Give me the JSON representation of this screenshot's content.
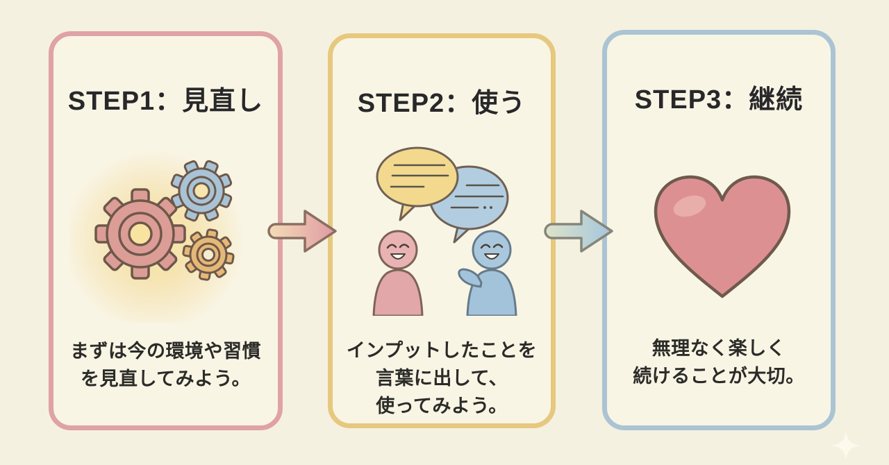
{
  "canvas": {
    "background_color": "#f5f1e0",
    "card_background_color": "#f9f5e5",
    "text_color": "#2b2b28"
  },
  "steps": [
    {
      "title": "STEP1：見直し",
      "desc_lines": [
        "まずは今の環境や習慣",
        "を見直してみよう。"
      ],
      "border_color": "#dfa2a7",
      "illustration": "gears-icon",
      "illustration_colors": {
        "large_gear": "#dc9d96",
        "top_gear": "#a9c3d6",
        "small_gear": "#e6b878",
        "glow": "#f4d88e"
      }
    },
    {
      "title": "STEP2：使う",
      "desc_lines": [
        "インプットしたことを",
        "言葉に出して、",
        "使ってみよう。"
      ],
      "border_color": "#e6c87e",
      "illustration": "conversation-icon",
      "illustration_colors": {
        "yellow_bubble": "#f2d98e",
        "blue_bubble": "#b3cde0",
        "pink_person": "#e4a9ab",
        "blue_person": "#a3c3da"
      }
    },
    {
      "title": "STEP3：継続",
      "desc_lines": [
        "無理なく楽しく",
        "続けることが大切。"
      ],
      "border_color": "#abc4d3",
      "illustration": "heart-icon",
      "illustration_colors": {
        "heart": "#dd9092"
      }
    }
  ],
  "arrows": [
    {
      "from": "STEP1",
      "to": "STEP2",
      "gradient_start": "#f4dcb6",
      "gradient_end": "#e09aa4"
    },
    {
      "from": "STEP2",
      "to": "STEP3",
      "gradient_start": "#dde3c8",
      "gradient_end": "#a5c6de"
    }
  ],
  "decorations": [
    {
      "name": "sparkle",
      "color": "#fdfaee"
    }
  ]
}
